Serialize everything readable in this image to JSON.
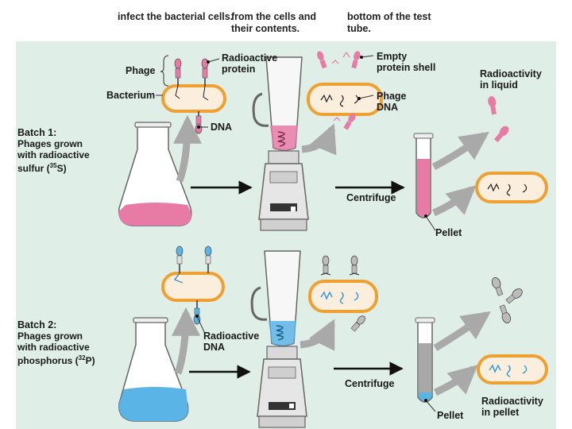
{
  "top_text": {
    "col1": "infect the bacterial cells.",
    "col2_line1": "from the cells and",
    "col2_line2": "their contents.",
    "col3_line1": "bottom of the test",
    "col3_line2": "tube."
  },
  "labels": {
    "phage": "Phage",
    "radioactive_protein_1": "Radioactive",
    "radioactive_protein_2": "protein",
    "bacterium": "Bacterium",
    "dna": "DNA",
    "empty_shell_1": "Empty",
    "empty_shell_2": "protein shell",
    "phage_dna_1": "Phage",
    "phage_dna_2": "DNA",
    "radioactivity_liquid_1": "Radioactivity",
    "radioactivity_liquid_2": "in liquid",
    "centrifuge_1": "Centrifuge",
    "pellet_1": "Pellet",
    "radioactive_dna_1": "Radioactive",
    "radioactive_dna_2": "DNA",
    "centrifuge_2": "Centrifuge",
    "pellet_2": "Pellet",
    "radioactivity_pellet_1": "Radioactivity",
    "radioactivity_pellet_2": "in pellet"
  },
  "batch1": {
    "title": "Batch 1:",
    "line1": "Phages grown",
    "line2": "with radioactive",
    "line3_pre": "sulfur (",
    "isotope_mass": "35",
    "line3_post": "S)"
  },
  "batch2": {
    "title": "Batch 2:",
    "line1": "Phages grown",
    "line2": "with radioactive",
    "line3_pre": "phosphorus (",
    "isotope_mass": "32",
    "line3_post": "P)"
  },
  "colors": {
    "panel": "#dfeee7",
    "pink": "#e87aa6",
    "blue": "#5ab4e6",
    "gray": "#a8a8a8",
    "bacterium_border": "#f0a030",
    "bacterium_fill": "#fbeedd"
  }
}
